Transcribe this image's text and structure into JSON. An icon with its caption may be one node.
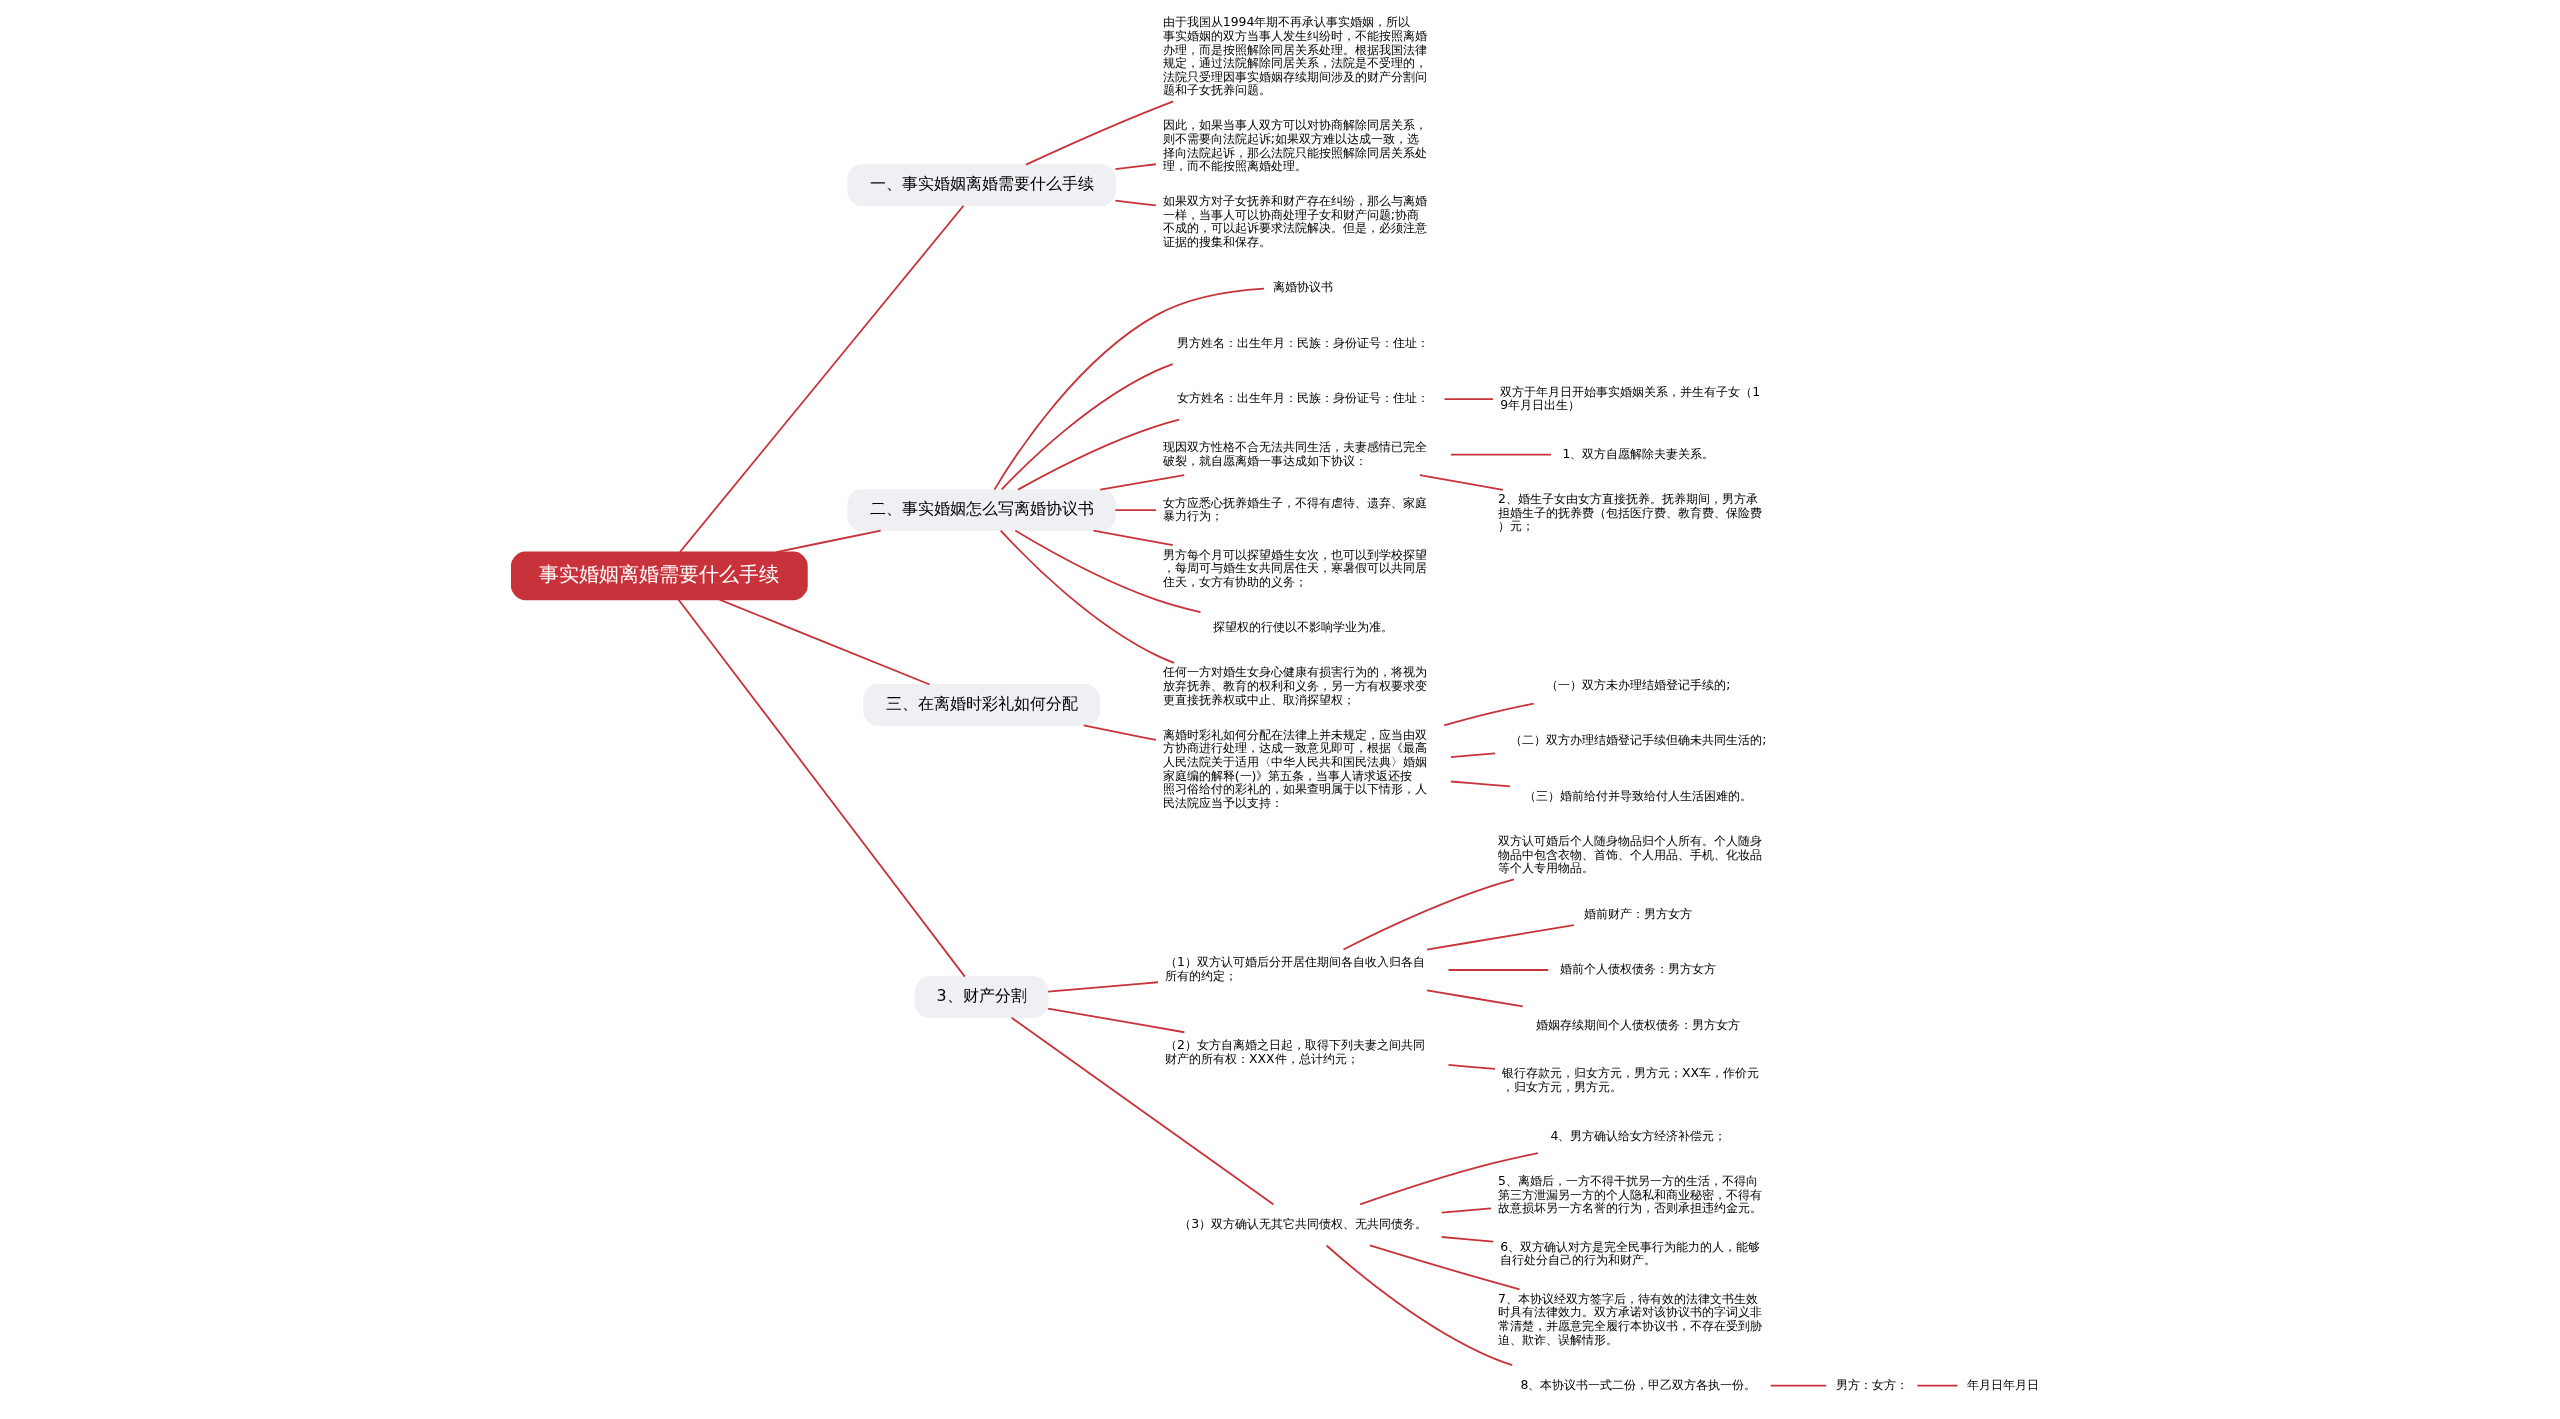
{
  "diagram": {
    "nodes": [
      {
        "text": [
          "事实婚姻离婚需要什么手续"
        ]
      },
      {
        "text": [
          "一、事实婚姻离婚需要什么手续"
        ]
      },
      {
        "text": [
          "由于我国从1994年期不再承认事实婚姻，所以事实婚姻的双方当事人发生纠纷时，不能按照离婚办理，而是按照解除同居关系处理。根据我国法律规定，通过法院解除同居关系，法院是不受理的，法院只受理因事实婚姻存续期间涉及的财产分割问题和子女抚养问题。"
        ]
      },
      {
        "text": [
          "因此，如果当事人双方可以对协商解除同居关系，则不需要向法院起诉;如果双方难以达成一致，选择向法院起诉，那么法院只能按照解除同居关系处理，而不能按照离婚处理。"
        ]
      },
      {
        "text": [
          "如果双方对子女抚养和财产存在纠纷，那么与离婚一样，当事人可以协商处理子女和财产问题;协商不成的，可以起诉要求法院解决。但是，必须注意证据的搜集和保存。"
        ]
      },
      {
        "text": [
          "二、事实婚姻怎么写离婚协议书"
        ]
      },
      {
        "text": [
          "离婚协议书"
        ]
      },
      {
        "text": [
          "男方姓名：出生年月：民族：身份证号：住址："
        ]
      },
      {
        "text": [
          "女方姓名：出生年月：民族：身份证号：住址："
        ]
      },
      {
        "text": [
          "双方于年月日开始事实婚姻关系，并生有子女（19年月日出生）"
        ]
      },
      {
        "text": [
          "现因双方性格不合无法共同生活，夫妻感情已完全破裂，就自愿离婚一事达成如下协议："
        ]
      },
      {
        "text": [
          "1、双方自愿解除夫妻关系。"
        ]
      },
      {
        "text": [
          "2、婚生子女由女方直接抚养。抚养期间，男方承担婚生子的抚养费（包括医疗费、教育费、保险费）元；"
        ]
      },
      {
        "text": [
          "女方应悉心抚养婚生子，不得有虐待、遗弃、家庭暴力行为；"
        ]
      },
      {
        "text": [
          "男方每个月可以探望婚生女次，也可以到学校探望，每周可与婚生女共同居住天，寒暑假可以共同居住天，女方有协助的义务；"
        ]
      },
      {
        "text": [
          "探望权的行使以不影响学业为准。"
        ]
      },
      {
        "text": [
          "任何一方对婚生女身心健康有损害行为的，将视为放弃抚养、教育的权利和义务，另一方有权要求变更直接抚养权或中止、取消探望权；"
        ]
      },
      {
        "text": [
          "三、在离婚时彩礼如何分配"
        ]
      },
      {
        "text": [
          "离婚时彩礼如何分配在法律上并未规定，应当由双方协商进行处理，达成一致意见即可，根据《最高人民法院关于适用〈中华人民共和国民法典〉婚姻家庭编的解释(一)》第五条，当事人请求返还按照习俗给付的彩礼的，如果查明属于以下情形，人民法院应当予以支持："
        ]
      },
      {
        "text": [
          "（一）双方未办理结婚登记手续的;"
        ]
      },
      {
        "text": [
          "（二）双方办理结婚登记手续但确未共同生活的;"
        ]
      },
      {
        "text": [
          "（三）婚前给付并导致给付人生活困难的。"
        ]
      },
      {
        "text": [
          "3、财产分割"
        ]
      },
      {
        "text": [
          "（1）双方认可婚后分开居住期间各自收入归各自所有的约定；"
        ]
      },
      {
        "text": [
          "双方认可婚后个人随身物品归个人所有。个人随身物品中包含衣物、首饰、个人用品、手机、化妆品等个人专用物品。"
        ]
      },
      {
        "text": [
          "婚前财产：男方女方"
        ]
      },
      {
        "text": [
          "婚前个人债权债务：男方女方"
        ]
      },
      {
        "text": [
          "婚姻存续期间个人债权债务：男方女方"
        ]
      },
      {
        "text": [
          "（2）女方自离婚之日起，取得下列夫妻之间共同财产的所有权：XXX件，总计约元；"
        ]
      },
      {
        "text": [
          "银行存款元，归女方元，男方元；XX车，作价元，归女方元，男方元。"
        ]
      },
      {
        "text": [
          "（3）双方确认无其它共同债权、无共同债务。"
        ]
      },
      {
        "text": [
          "4、男方确认给女方经济补偿元；"
        ]
      },
      {
        "text": [
          "5、离婚后，一方不得干扰另一方的生活，不得向第三方泄漏另一方的个人隐私和商业秘密，不得有故意损坏另一方名誉的行为，否则承担违约金元。"
        ]
      },
      {
        "text": [
          "6、双方确认对方是完全民事行为能力的人，能够自行处分自己的行为和财产。"
        ]
      },
      {
        "text": [
          "7、本协议经双方签字后，待有效的法律文书生效时具有法律效力。双方承诺对该协议书的字词义非常清楚，并愿意完全履行本协议书，不存在受到胁迫、欺诈、误解情形。"
        ]
      },
      {
        "text": [
          "8、本协议书一式二份，甲乙双方各执一份。"
        ]
      },
      {
        "text": [
          "男方：女方："
        ]
      },
      {
        "text": [
          "年月日年月日"
        ]
      }
    ],
    "edges": [
      {
        "from": 0,
        "to": 1,
        "arrow": "none"
      },
      {
        "from": 1,
        "to": 2,
        "arrow": "none"
      },
      {
        "from": 1,
        "to": 3,
        "arrow": "none"
      },
      {
        "from": 1,
        "to": 4,
        "arrow": "none"
      },
      {
        "from": 0,
        "to": 5,
        "arrow": "none"
      },
      {
        "from": 5,
        "to": 6,
        "arrow": "none"
      },
      {
        "from": 5,
        "to": 7,
        "arrow": "none"
      },
      {
        "from": 5,
        "to": 8,
        "arrow": "none"
      },
      {
        "from": 8,
        "to": 9,
        "arrow": "none"
      },
      {
        "from": 5,
        "to": 10,
        "arrow": "none"
      },
      {
        "from": 10,
        "to": 11,
        "arrow": "none"
      },
      {
        "from": 10,
        "to": 12,
        "arrow": "none"
      },
      {
        "from": 5,
        "to": 13,
        "arrow": "none"
      },
      {
        "from": 5,
        "to": 14,
        "arrow": "none"
      },
      {
        "from": 5,
        "to": 15,
        "arrow": "none"
      },
      {
        "from": 5,
        "to": 16,
        "arrow": "none"
      },
      {
        "from": 0,
        "to": 17,
        "arrow": "none"
      },
      {
        "from": 17,
        "to": 18,
        "arrow": "none"
      },
      {
        "from": 18,
        "to": 19,
        "arrow": "none"
      },
      {
        "from": 18,
        "to": 20,
        "arrow": "none"
      },
      {
        "from": 18,
        "to": 21,
        "arrow": "none"
      },
      {
        "from": 0,
        "to": 22,
        "arrow": "none"
      },
      {
        "from": 22,
        "to": 23,
        "arrow": "none"
      },
      {
        "from": 23,
        "to": 24,
        "arrow": "none"
      },
      {
        "from": 23,
        "to": 25,
        "arrow": "none"
      },
      {
        "from": 23,
        "to": 26,
        "arrow": "none"
      },
      {
        "from": 23,
        "to": 27,
        "arrow": "none"
      },
      {
        "from": 22,
        "to": 28,
        "arrow": "none"
      },
      {
        "from": 28,
        "to": 29,
        "arrow": "none"
      },
      {
        "from": 22,
        "to": 30,
        "arrow": "none"
      },
      {
        "from": 30,
        "to": 31,
        "arrow": "none"
      },
      {
        "from": 30,
        "to": 32,
        "arrow": "none"
      },
      {
        "from": 30,
        "to": 33,
        "arrow": "none"
      },
      {
        "from": 30,
        "to": 34,
        "arrow": "none"
      },
      {
        "from": 30,
        "to": 35,
        "arrow": "none"
      },
      {
        "from": 35,
        "to": 36,
        "arrow": "none"
      },
      {
        "from": 36,
        "to": 37,
        "arrow": "none"
      }
    ]
  }
}
